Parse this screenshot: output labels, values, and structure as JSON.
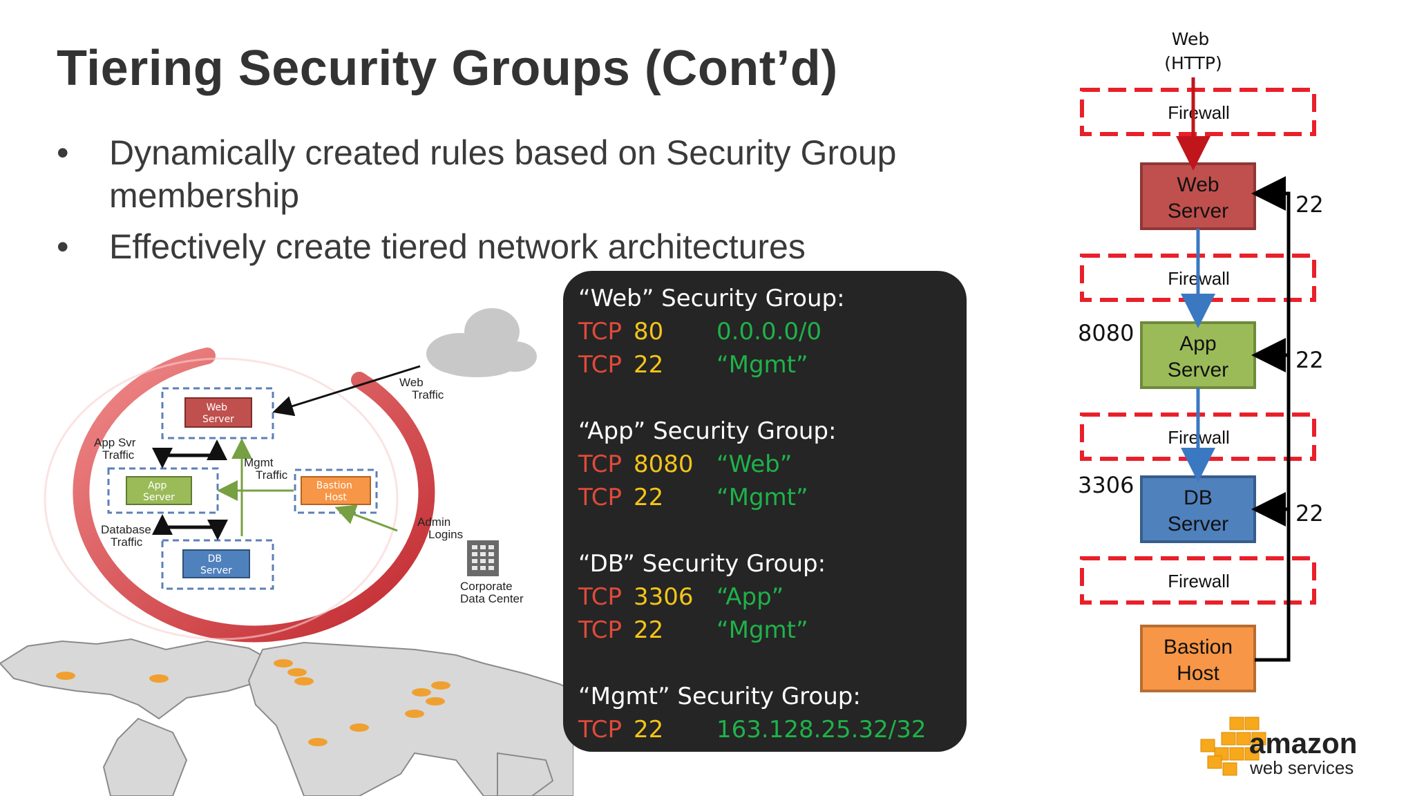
{
  "slide": {
    "title": "Tiering Security Groups (Cont’d)",
    "bullets": [
      {
        "marker": "•",
        "text": "Dynamically created rules based on Security Group membership"
      },
      {
        "marker": "•",
        "text": "Effectively create tiered network architectures"
      }
    ]
  },
  "diagram": {
    "web_server": [
      "Web",
      "Server"
    ],
    "app_server": [
      "App",
      "Server"
    ],
    "db_server": [
      "DB",
      "Server"
    ],
    "bastion_host": [
      "Bastion",
      "Host"
    ],
    "web_traffic": [
      "Web",
      "Traffic"
    ],
    "app_svr_traffic": [
      "App Svr",
      "Traffic"
    ],
    "mgmt_traffic": [
      "Mgmt",
      "Traffic"
    ],
    "database_traffic": [
      "Database",
      "Traffic"
    ],
    "admin_logins": [
      "Admin",
      "Logins"
    ],
    "corporate_dc": [
      "Corporate",
      "Data Center"
    ]
  },
  "security_groups": [
    {
      "heading": "“Web” Security Group:",
      "rules": [
        {
          "proto": "TCP",
          "port": "80",
          "source": "0.0.0.0/0"
        },
        {
          "proto": "TCP",
          "port": "22",
          "source": "“Mgmt”"
        }
      ]
    },
    {
      "heading": "“App” Security Group:",
      "rules": [
        {
          "proto": "TCP",
          "port": "8080",
          "source": "“Web”"
        },
        {
          "proto": "TCP",
          "port": "22",
          "source": "“Mgmt”"
        }
      ]
    },
    {
      "heading": "“DB” Security Group:",
      "rules": [
        {
          "proto": "TCP",
          "port": "3306",
          "source": "“App”"
        },
        {
          "proto": "TCP",
          "port": "22",
          "source": "“Mgmt”"
        }
      ]
    },
    {
      "heading": "“Mgmt” Security Group:",
      "rules": [
        {
          "proto": "TCP",
          "port": "22",
          "source": "163.128.25.32/32"
        }
      ]
    }
  ],
  "flow": {
    "input": [
      "Web",
      "(HTTP)"
    ],
    "firewall": "Firewall",
    "web_server": [
      "Web",
      "Server"
    ],
    "app_server": [
      "App",
      "Server"
    ],
    "db_server": [
      "DB",
      "Server"
    ],
    "bastion_host": [
      "Bastion",
      "Host"
    ],
    "port_app": "8080",
    "port_db": "3306",
    "port_ssh": "22"
  },
  "logo": {
    "line1": "amazon",
    "line2": "web services"
  },
  "colors": {
    "title": "#333333",
    "web_server": "#c0504d",
    "app_server": "#9bbb59",
    "db_server": "#4f81bd",
    "bastion": "#f79646",
    "firewall_border": "#e8202a",
    "proto": "#e04a3a",
    "port": "#f5c518",
    "source": "#1fb24a",
    "aws_orange": "#f7a81b"
  }
}
